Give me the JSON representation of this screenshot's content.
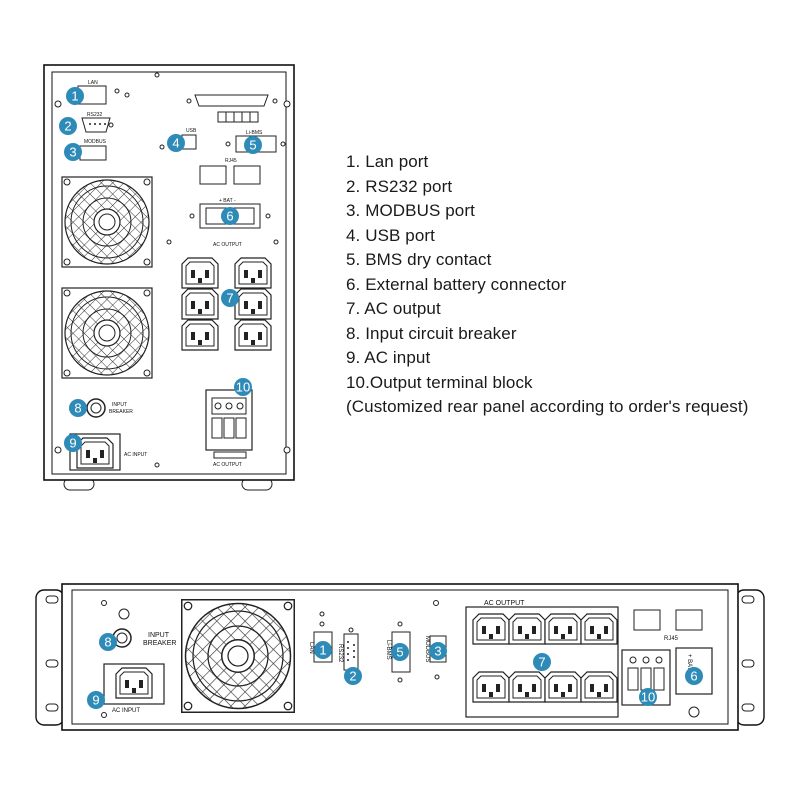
{
  "legend": {
    "items": [
      "1. Lan port",
      "2. RS232 port",
      "3. MODBUS port",
      "4. USB port",
      "5. BMS dry contact",
      "6. External battery connector",
      "7. AC output",
      "8. Input circuit breaker",
      "9.  AC input",
      "10.Output terminal block",
      "(Customized rear panel according to order's request)"
    ]
  },
  "tower": {
    "lan": "LAN",
    "rs232": "RS232",
    "modbus": "MODBUS",
    "usb": "USB",
    "libms": "Li-BMS",
    "rj45": "RJ45",
    "bat": "+ BAT -",
    "ac_output": "AC OUTPUT",
    "input_breaker_1": "INPUT",
    "input_breaker_2": "BREAKER",
    "ac_input": "AC INPUT",
    "ac_output_bottom": "AC OUTPUT"
  },
  "rack": {
    "input_breaker_1": "INPUT",
    "input_breaker_2": "BREAKER",
    "ac_input": "AC INPUT",
    "lan": "LAN",
    "rs232": "RS232",
    "libms": "Li-BMS",
    "modbus": "MODBUS",
    "ac_output": "AC OUTPUT",
    "rj45": "RJ45",
    "bat": "+ BAT -"
  },
  "badges": {
    "n1": "1",
    "n2": "2",
    "n3": "3",
    "n4": "4",
    "n5": "5",
    "n6": "6",
    "n7": "7",
    "n8": "8",
    "n9": "9",
    "n10": "10"
  },
  "colors": {
    "badge": "#2e8bb8",
    "line": "#1a1a1a",
    "text": "#1a1a1a"
  }
}
